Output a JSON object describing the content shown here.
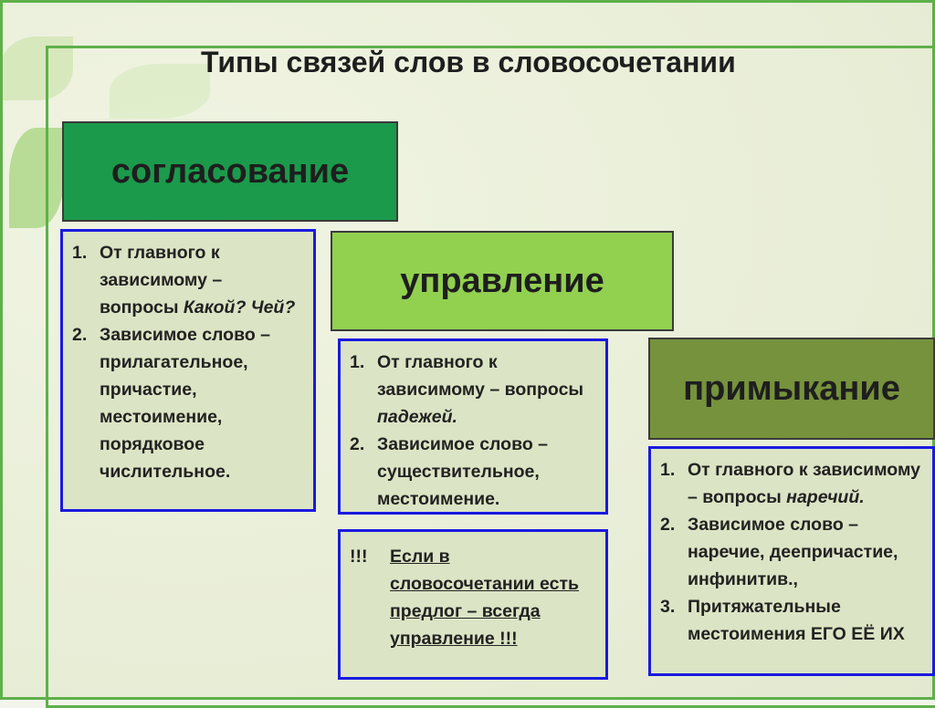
{
  "title": "Типы связей слов в словосочетании",
  "types": [
    {
      "name": "согласование",
      "color": "#1b9a4c",
      "items": [
        {
          "num": "1.",
          "parts": [
            "От главного к зависимому – вопросы ",
            "Какой? Чей?"
          ]
        },
        {
          "num": "2.",
          "parts": [
            "Зависимое слово – прилагательное, причастие, местоимение, порядковое числительное.",
            ""
          ]
        }
      ]
    },
    {
      "name": "управление",
      "color": "#92d050",
      "items": [
        {
          "num": "1.",
          "parts": [
            "От главного к зависимому – вопросы ",
            "падежей."
          ]
        },
        {
          "num": "2.",
          "parts": [
            "Зависимое слово – существительное, местоимение.",
            ""
          ]
        }
      ],
      "note_mark": "!!!",
      "note": "Если в словосочетании есть предлог – всегда управление !!!"
    },
    {
      "name": "примыкание",
      "color": "#76923c",
      "items": [
        {
          "num": "1.",
          "parts": [
            "От главного к зависимому – вопросы ",
            "наречий."
          ]
        },
        {
          "num": "2.",
          "parts": [
            "Зависимое слово – наречие, деепричастие, инфинитив.,",
            ""
          ]
        },
        {
          "num": "3.",
          "parts": [
            "Притяжательные местоимения ЕГО ЕЁ ИХ",
            ""
          ]
        }
      ]
    }
  ],
  "colors": {
    "frame": "#5fb04a",
    "box_border": "#1a1ae0",
    "box_bg": "#dbe4c4"
  }
}
